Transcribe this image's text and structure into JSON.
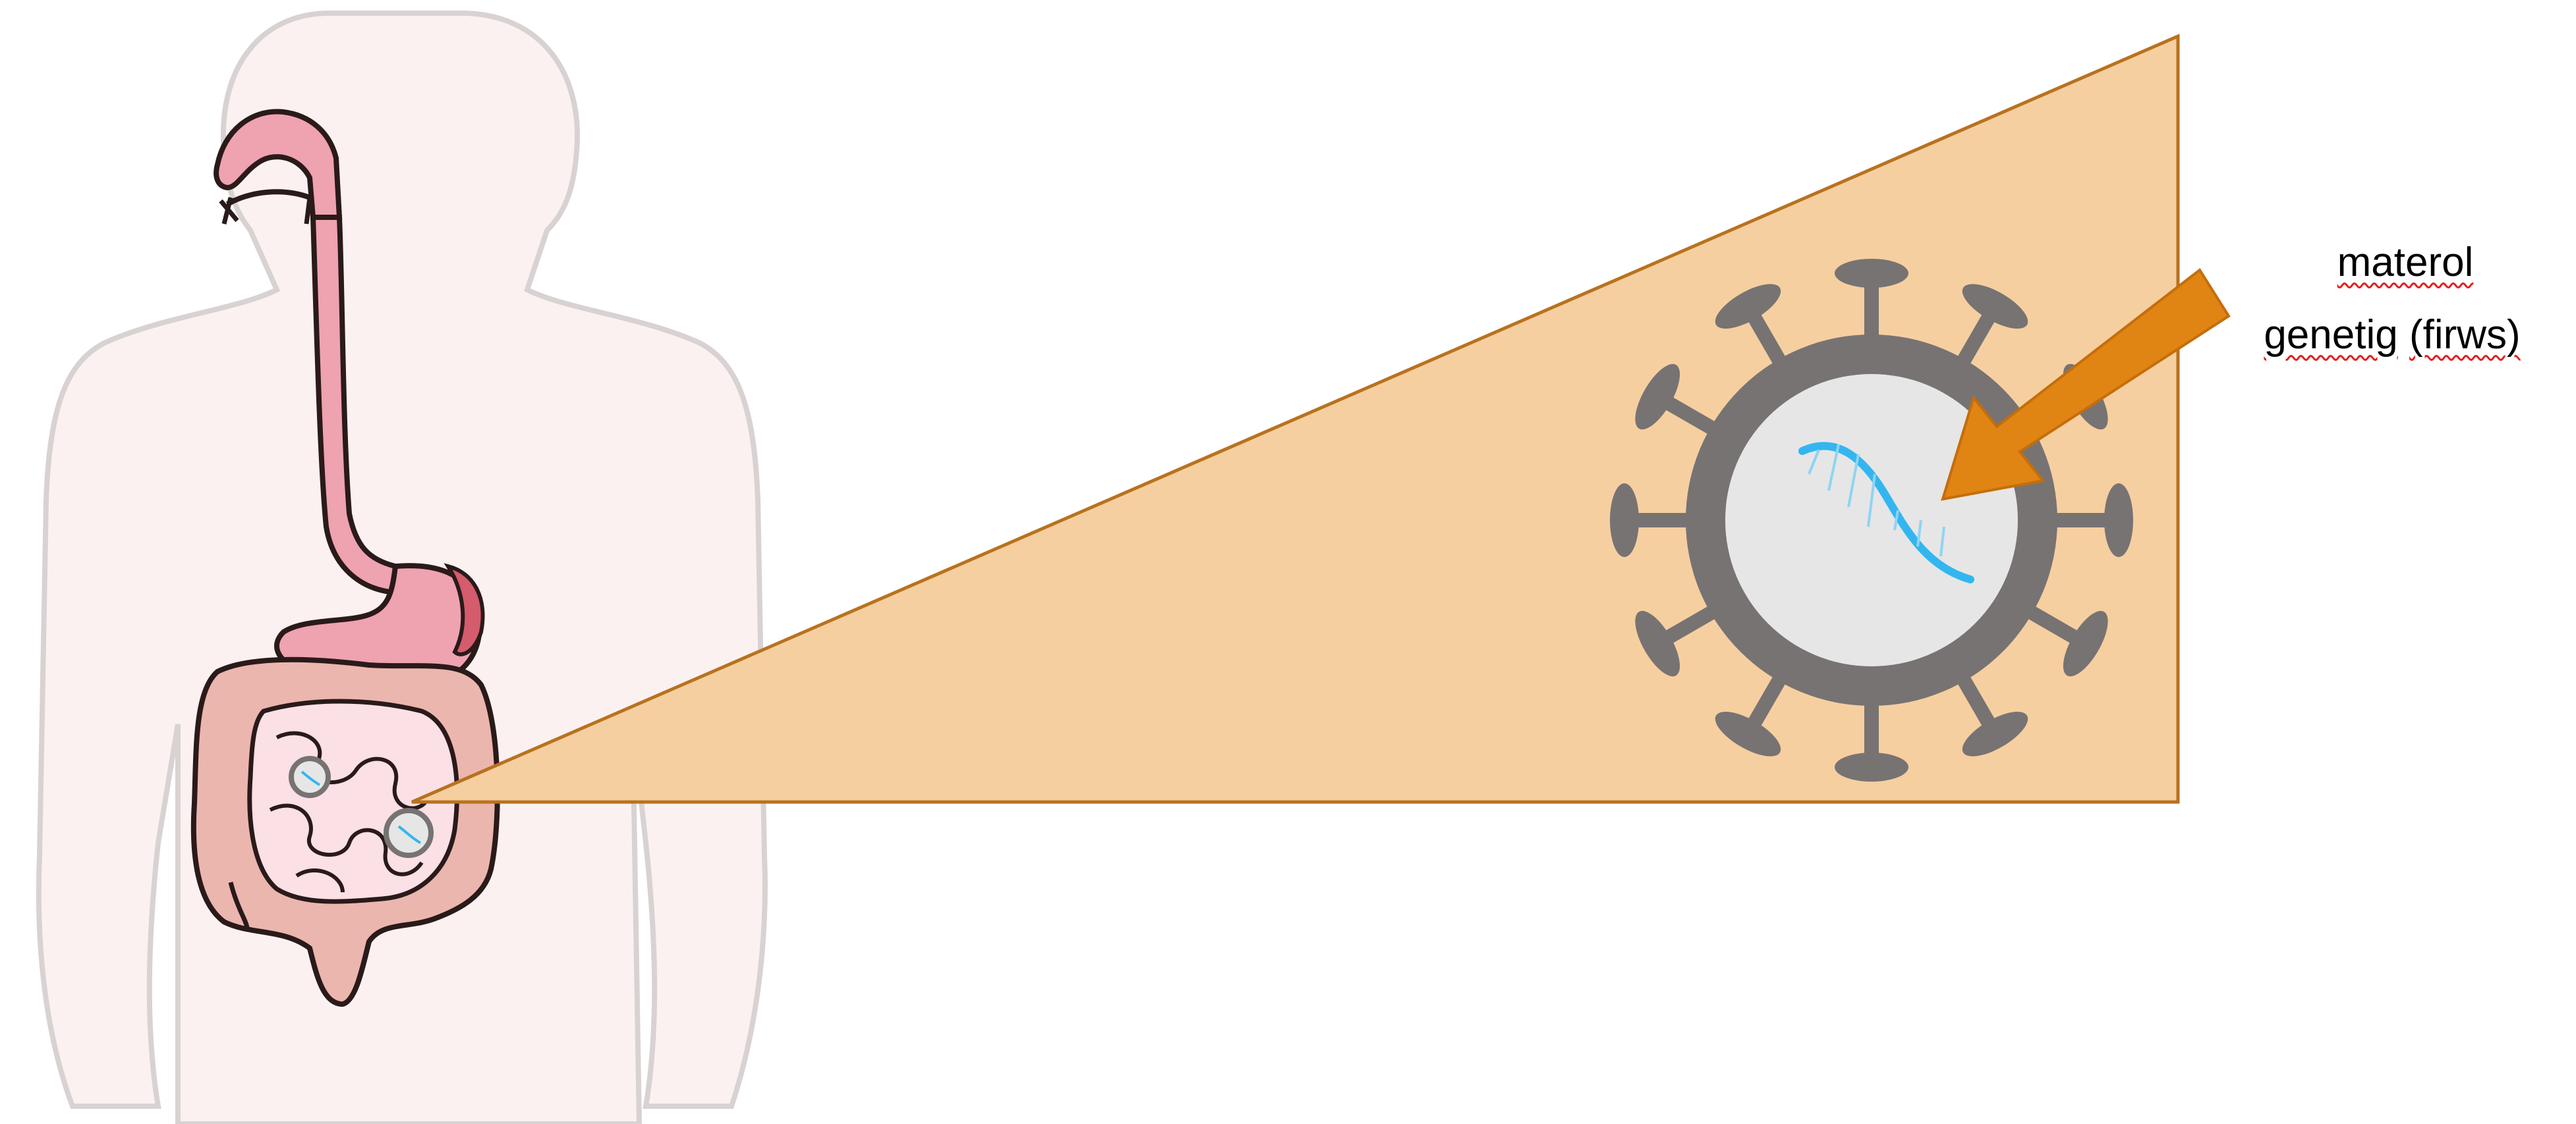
{
  "label": {
    "line1_word": "materol",
    "line2_word1": "genetig",
    "line2_word2": "(firws)"
  },
  "colors": {
    "body_fill": "#fbf1f1",
    "body_outline": "#d9d2d2",
    "esophagus": "#efa2b0",
    "stomach_dark": "#d45c6c",
    "colon": "#ebb6ae",
    "small_intestine": "#fbe0e6",
    "zoom_fill": "#f6cfa0",
    "zoom_stroke": "#b8721f",
    "virus_gray": "#777373",
    "virus_core": "#e6e6e6",
    "rna": "#33b6f0",
    "arrow": "#e08414"
  },
  "icons": [
    "human-body-icon",
    "digestive-tract-icon",
    "virus-icon",
    "rna-strand-icon",
    "arrow-icon"
  ]
}
